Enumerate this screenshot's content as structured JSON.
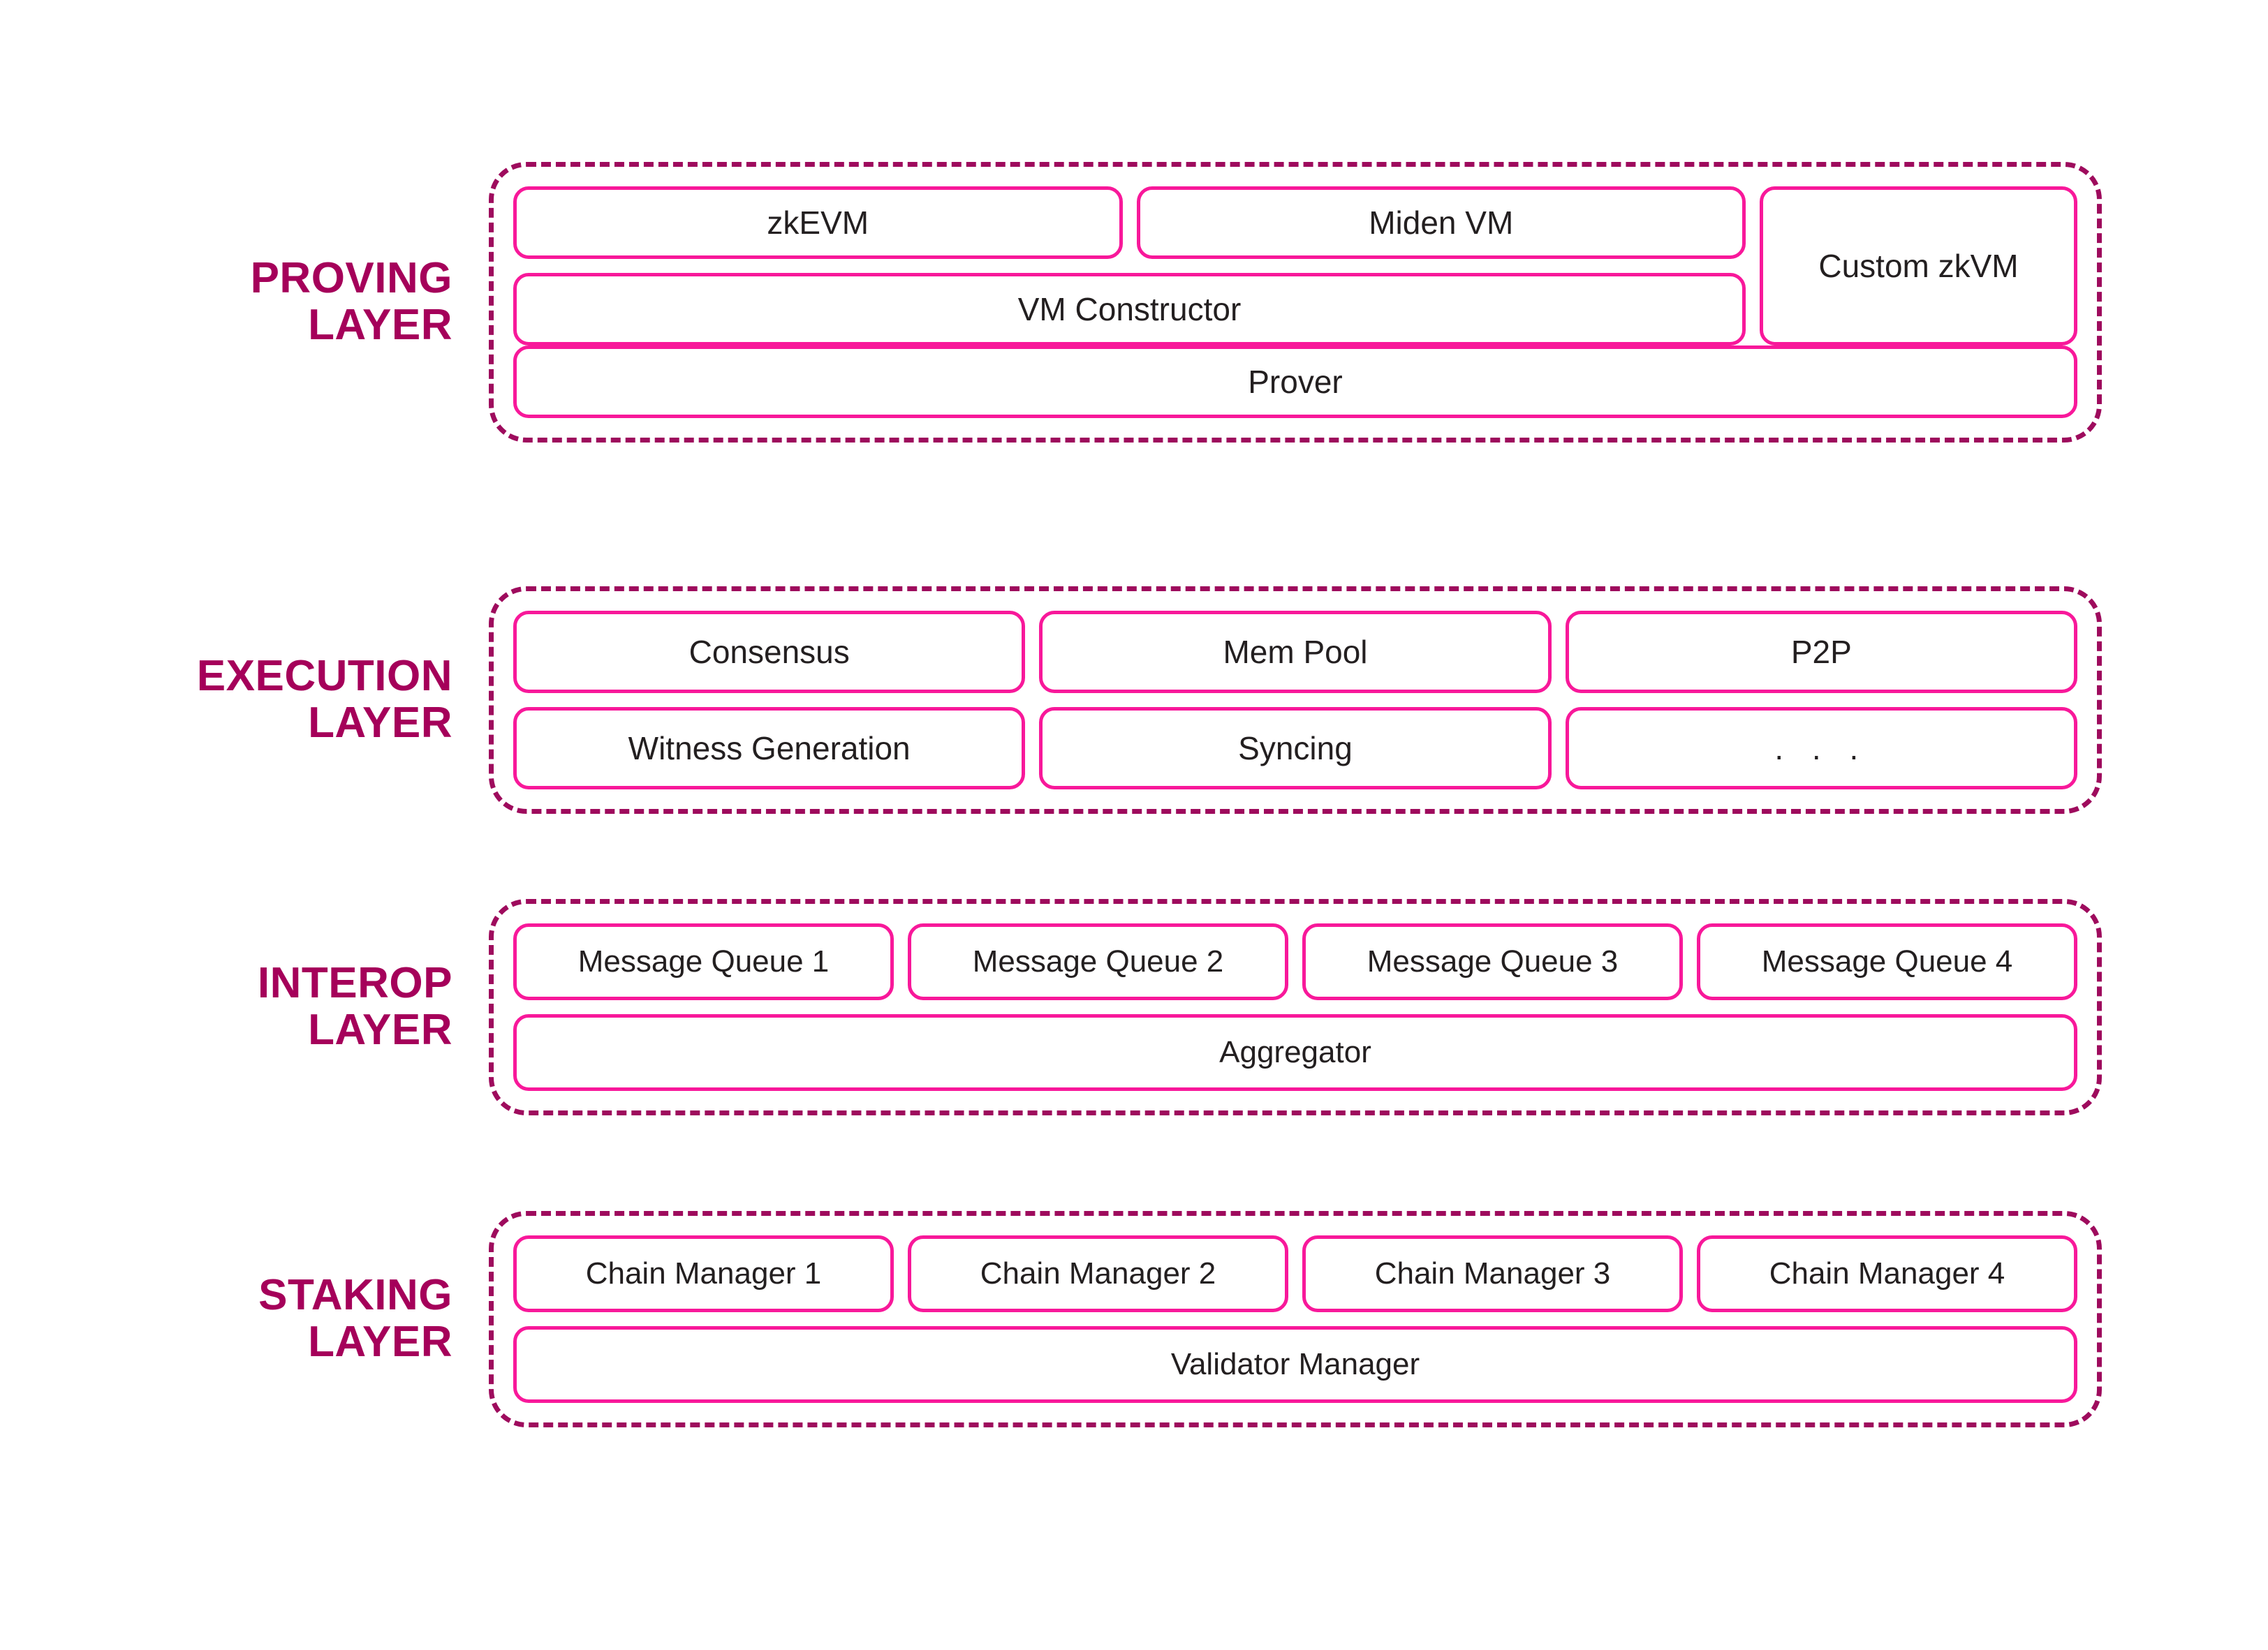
{
  "diagram": {
    "title": "Layered Blockchain Stack Architecture",
    "colors": {
      "layer_label": "#a5005a",
      "dashed_container_border": "#9e0b5d",
      "component_box_border": "#f8189a",
      "component_text": "#231f20",
      "background": "#ffffff"
    }
  },
  "layers": [
    {
      "id": "proving",
      "label": "PROVING\nLAYER",
      "rows": [
        {
          "cells": [
            {
              "label": "zkEVM"
            },
            {
              "label": "Miden VM"
            }
          ]
        },
        {
          "cells": [
            {
              "label": "VM Constructor"
            }
          ]
        },
        {
          "cells": [
            {
              "label": "Prover"
            }
          ]
        }
      ],
      "side_cell": {
        "label": "Custom zkVM"
      }
    },
    {
      "id": "execution",
      "label": "EXECUTION\nLAYER",
      "rows": [
        {
          "cells": [
            {
              "label": "Consensus"
            },
            {
              "label": "Mem Pool"
            },
            {
              "label": "P2P"
            }
          ]
        },
        {
          "cells": [
            {
              "label": "Witness Generation"
            },
            {
              "label": "Syncing"
            },
            {
              "label": ". . ."
            }
          ]
        }
      ]
    },
    {
      "id": "interop",
      "label": "INTEROP\nLAYER",
      "rows": [
        {
          "cells": [
            {
              "label": "Message Queue 1"
            },
            {
              "label": "Message Queue 2"
            },
            {
              "label": "Message Queue 3"
            },
            {
              "label": "Message Queue 4"
            }
          ]
        },
        {
          "cells": [
            {
              "label": "Aggregator"
            }
          ]
        }
      ]
    },
    {
      "id": "staking",
      "label": "STAKING\nLAYER",
      "rows": [
        {
          "cells": [
            {
              "label": "Chain Manager 1"
            },
            {
              "label": "Chain Manager 2"
            },
            {
              "label": "Chain Manager 3"
            },
            {
              "label": "Chain Manager 4"
            }
          ]
        },
        {
          "cells": [
            {
              "label": "Validator Manager"
            }
          ]
        }
      ]
    }
  ]
}
